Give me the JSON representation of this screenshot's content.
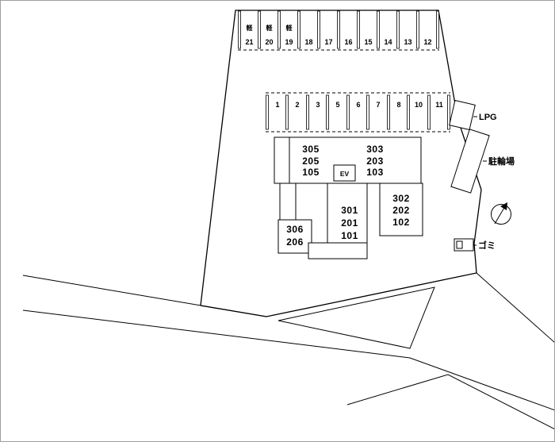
{
  "meta": {
    "type": "apartment-site-plan",
    "colors": {
      "ink": "#000000",
      "background": "#ffffff",
      "frame": "#9e9e9e"
    },
    "icons": {
      "compass": "north-arrow-icon"
    }
  },
  "parking": {
    "top_row": {
      "stalls": [
        {
          "number": "21",
          "tag": "軽"
        },
        {
          "number": "20",
          "tag": "軽"
        },
        {
          "number": "19",
          "tag": "軽"
        },
        {
          "number": "18",
          "tag": ""
        },
        {
          "number": "17",
          "tag": ""
        },
        {
          "number": "16",
          "tag": ""
        },
        {
          "number": "15",
          "tag": ""
        },
        {
          "number": "14",
          "tag": ""
        },
        {
          "number": "13",
          "tag": ""
        },
        {
          "number": "12",
          "tag": ""
        }
      ]
    },
    "middle_row": {
      "stalls": [
        "1",
        "2",
        "3",
        "5",
        "6",
        "7",
        "8",
        "10",
        "11"
      ]
    }
  },
  "building": {
    "elevator": "EV",
    "stacks": [
      {
        "name": "west-upper",
        "units": [
          "305",
          "205",
          "105"
        ]
      },
      {
        "name": "east-upper",
        "units": [
          "303",
          "203",
          "103"
        ]
      },
      {
        "name": "east-lower",
        "units": [
          "302",
          "202",
          "102"
        ]
      },
      {
        "name": "center-lower",
        "units": [
          "301",
          "201",
          "101"
        ]
      },
      {
        "name": "west-lower",
        "units": [
          "306",
          "206"
        ]
      }
    ]
  },
  "facilities": {
    "lpg": "LPG",
    "bicycle_parking": "駐輪場",
    "garbage": "ゴミ"
  }
}
